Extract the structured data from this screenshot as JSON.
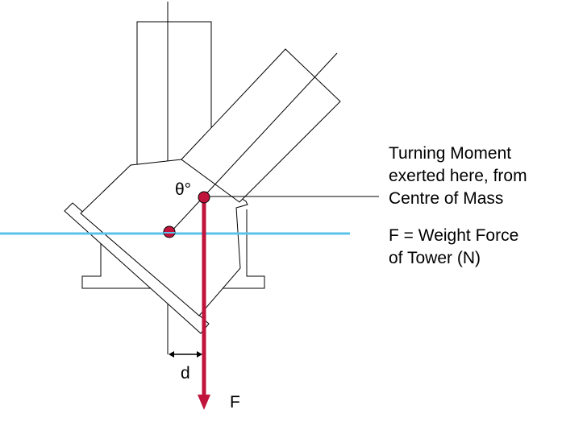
{
  "labels": {
    "theta": "θ°",
    "moment_line1": "Turning Moment",
    "moment_line2": "exerted here, from",
    "moment_line3": "Centre of Mass",
    "force_line1": "F = Weight Force",
    "force_line2": "of Tower (N)",
    "distance": "d",
    "force_arrow": "F"
  },
  "colors": {
    "outline": "#000000",
    "ground_line": "#5bc3ea",
    "force_arrow": "#c0143c"
  }
}
